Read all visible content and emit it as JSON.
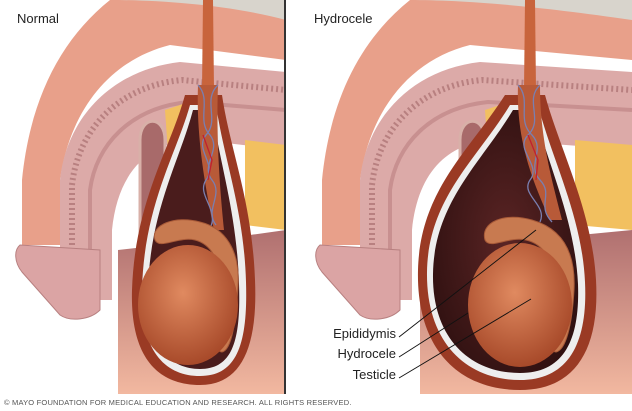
{
  "figure": {
    "panels": [
      {
        "id": "normal",
        "title": "Normal"
      },
      {
        "id": "hydrocele",
        "title": "Hydrocele"
      }
    ],
    "labels": [
      {
        "text": "Epididymis",
        "target": "epididymis"
      },
      {
        "text": "Hydrocele",
        "target": "fluid-sac"
      },
      {
        "text": "Testicle",
        "target": "testicle"
      }
    ],
    "copyright": "© MAYO FOUNDATION FOR MEDICAL EDUCATION AND RESEARCH. ALL RIGHTS RESERVED.",
    "colors": {
      "skin": "#e8a08a",
      "tissue_pink": "#d9a3a3",
      "testicle": "#c8603a",
      "fluid": "#4a1c1c",
      "fat": "#f2c060",
      "vessel_blue": "#7a7fb0",
      "vessel_red": "#c02030",
      "divider": "#333333"
    }
  }
}
